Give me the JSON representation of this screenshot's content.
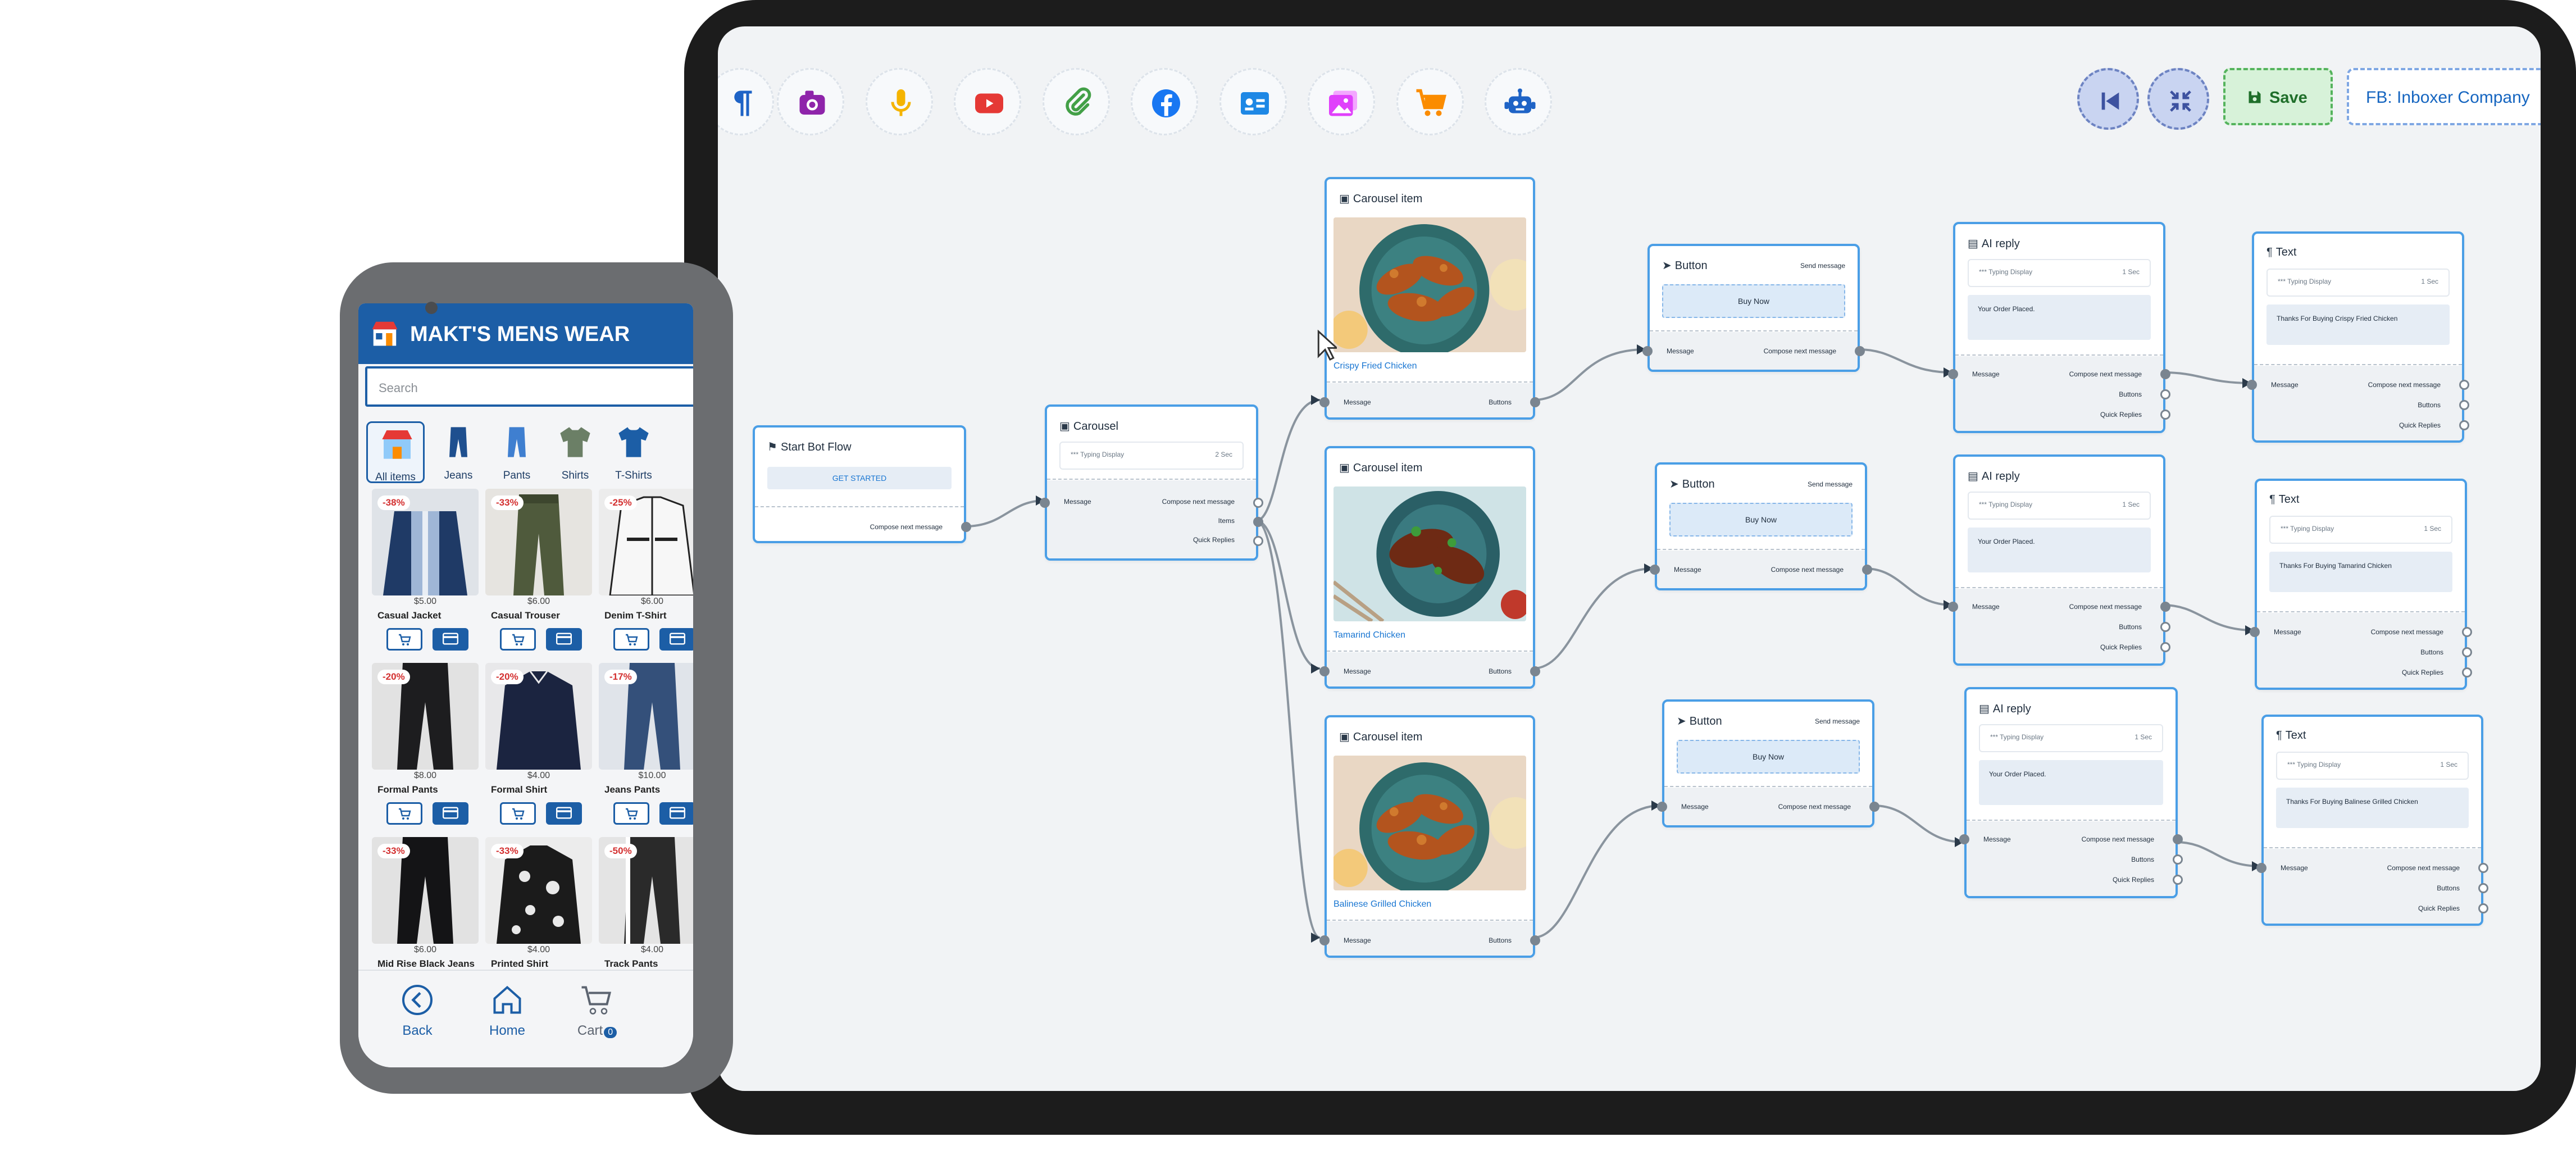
{
  "toolbar": {
    "tools": [
      {
        "name": "text-tool",
        "icon": "paragraph-icon",
        "color": "#1e63c6"
      },
      {
        "name": "image-tool",
        "icon": "camera-icon",
        "color": "#8e24aa"
      },
      {
        "name": "audio-tool",
        "icon": "microphone-icon",
        "color": "#f5b400"
      },
      {
        "name": "video-tool",
        "icon": "youtube-icon",
        "color": "#e53935"
      },
      {
        "name": "file-tool",
        "icon": "paperclip-icon",
        "color": "#43a047"
      },
      {
        "name": "facebook-tool",
        "icon": "facebook-icon",
        "color": "#1877f2"
      },
      {
        "name": "card-tool",
        "icon": "id-card-icon",
        "color": "#1e88e5"
      },
      {
        "name": "gallery-tool",
        "icon": "images-icon",
        "color": "#e040fb"
      },
      {
        "name": "ecommerce-tool",
        "icon": "shopping-cart-icon",
        "color": "#fb8c00"
      },
      {
        "name": "ai-tool",
        "icon": "robot-icon",
        "color": "#1e63c6"
      }
    ],
    "save_label": "Save",
    "page_label": "FB: Inboxer Company"
  },
  "flow": {
    "start": {
      "title": "Start Bot Flow",
      "button": "GET STARTED",
      "port": "Compose next message"
    },
    "carousel": {
      "title": "Carousel",
      "typing": "*** Typing Display",
      "typing_time": "2 Sec",
      "in": "Message",
      "out1": "Compose next message",
      "out2": "Items",
      "out3": "Quick Replies"
    },
    "items": [
      {
        "title": "Carousel item",
        "caption": "Crispy Fried Chicken",
        "in": "Message",
        "out": "Buttons"
      },
      {
        "title": "Carousel item",
        "caption": "Tamarind Chicken",
        "in": "Message",
        "out": "Buttons"
      },
      {
        "title": "Carousel item",
        "caption": "Balinese Grilled Chicken",
        "in": "Message",
        "out": "Buttons"
      }
    ],
    "buttons": [
      {
        "title": "Button",
        "action": "Send message",
        "label": "Buy Now",
        "in": "Message",
        "out": "Compose next message"
      },
      {
        "title": "Button",
        "action": "Send message",
        "label": "Buy Now",
        "in": "Message",
        "out": "Compose next message"
      },
      {
        "title": "Button",
        "action": "Send message",
        "label": "Buy Now",
        "in": "Message",
        "out": "Compose next message"
      }
    ],
    "ai": [
      {
        "title": "AI reply",
        "typing": "*** Typing Display",
        "typing_time": "1 Sec",
        "body": "Your Order Placed.",
        "in": "Message",
        "out1": "Compose next message",
        "out2": "Buttons",
        "out3": "Quick Replies"
      },
      {
        "title": "AI reply",
        "typing": "*** Typing Display",
        "typing_time": "1 Sec",
        "body": "Your Order Placed.",
        "in": "Message",
        "out1": "Compose next message",
        "out2": "Buttons",
        "out3": "Quick Replies"
      },
      {
        "title": "AI reply",
        "typing": "*** Typing Display",
        "typing_time": "1 Sec",
        "body": "Your Order Placed.",
        "in": "Message",
        "out1": "Compose next message",
        "out2": "Buttons",
        "out3": "Quick Replies"
      }
    ],
    "texts": [
      {
        "title": "Text",
        "typing": "*** Typing Display",
        "typing_time": "1 Sec",
        "body": "Thanks For Buying Crispy Fried Chicken",
        "in": "Message",
        "out1": "Compose next message",
        "out2": "Buttons",
        "out3": "Quick Replies"
      },
      {
        "title": "Text",
        "typing": "*** Typing Display",
        "typing_time": "1 Sec",
        "body": "Thanks For Buying Tamarind Chicken",
        "in": "Message",
        "out1": "Compose next message",
        "out2": "Buttons",
        "out3": "Quick Replies"
      },
      {
        "title": "Text",
        "typing": "*** Typing Display",
        "typing_time": "1 Sec",
        "body": "Thanks For Buying Balinese Grilled Chicken",
        "in": "Message",
        "out1": "Compose next message",
        "out2": "Buttons",
        "out3": "Quick Replies"
      }
    ]
  },
  "phone": {
    "title": "MAKT'S MENS WEAR",
    "search_placeholder": "Search",
    "categories": [
      "All items",
      "Jeans",
      "Pants",
      "Shirts",
      "T-Shirts"
    ],
    "products": [
      {
        "name": "Casual Jacket",
        "price": "$5.00",
        "discount": "-38%"
      },
      {
        "name": "Casual Trouser",
        "price": "$6.00",
        "discount": "-33%"
      },
      {
        "name": "Denim T-Shirt",
        "price": "$6.00",
        "discount": "-25%"
      },
      {
        "name": "Formal Pants",
        "price": "$8.00",
        "discount": "-20%"
      },
      {
        "name": "Formal Shirt",
        "price": "$4.00",
        "discount": "-20%"
      },
      {
        "name": "Jeans Pants",
        "price": "$10.00",
        "discount": "-17%"
      },
      {
        "name": "Mid Rise Black Jeans",
        "price": "$6.00",
        "discount": "-33%"
      },
      {
        "name": "Printed Shirt",
        "price": "$4.00",
        "discount": "-33%"
      },
      {
        "name": "Track Pants",
        "price": "$4.00",
        "discount": "-50%"
      }
    ],
    "nav": {
      "back": "Back",
      "home": "Home",
      "cart": "Cart",
      "cart_count": "0"
    },
    "colors": {
      "brand": "#1c5ea6",
      "discount": "#d32f2f"
    }
  },
  "colors": {
    "node_border": "#4a9ee6",
    "canvas": "#f1f3f5",
    "accent": "#1976d2"
  }
}
